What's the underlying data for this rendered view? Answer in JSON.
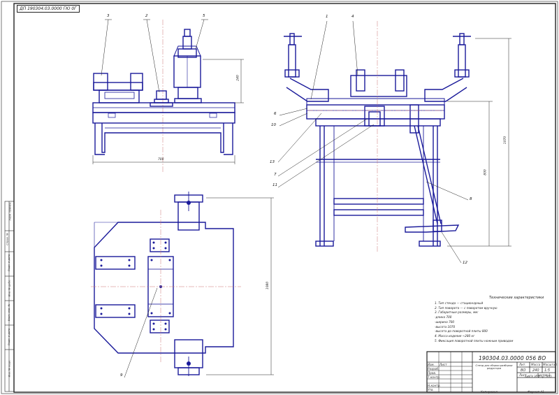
{
  "stamp": {
    "corner_code": "ДП 190304.03.0000 ГЮ 0Г"
  },
  "callouts": [
    "1",
    "2",
    "3",
    "4",
    "5",
    "6",
    "7",
    "8",
    "9",
    "10",
    "11",
    "12",
    "13"
  ],
  "dimensions": {
    "side_height": "240",
    "side_width": "700",
    "front_height": "1070",
    "front_height_lower": "800",
    "plan_width": "1080"
  },
  "tech": {
    "title": "Технические характеристики",
    "lines": [
      "1. Тип стенда — стационарный",
      "2. Тип поворота — с поворотом вручную",
      "3. Габаритные размеры, мм:",
      "-длина                             700",
      "-ширина                            700",
      "-высота                            1070",
      "-высота до поворотной плиты      800",
      "4. Масса изделия                 ~280 кг",
      "5. Фиксация поворотной плиты ножным приводом"
    ]
  },
  "title_block": {
    "code": "190304.03.0000 056 ВО",
    "name": "Стенд для сборки-разборки редуктора",
    "sheet_headers": [
      "Лит.",
      "Масса",
      "Масштаб"
    ],
    "sheet_values": [
      "ВО",
      "240",
      "1:5"
    ],
    "sheet_of": [
      "Лист",
      "Листов 1"
    ],
    "org": "ЗабГУ ЭТФ гр. ЭТО",
    "roles": [
      "Изм.",
      "Лист",
      "Разраб.",
      "Пров.",
      "Т.контр.",
      "Н.контр.",
      "Утв."
    ],
    "footer_left": "Копировал",
    "footer_right": "Формат А1"
  },
  "side_strip": [
    "Перв. примен.",
    "Справ. №",
    "Подп. и дата",
    "Инв. № дубл.",
    "Взам. инв. №",
    "Подп. и дата",
    "Инв. № подл."
  ]
}
